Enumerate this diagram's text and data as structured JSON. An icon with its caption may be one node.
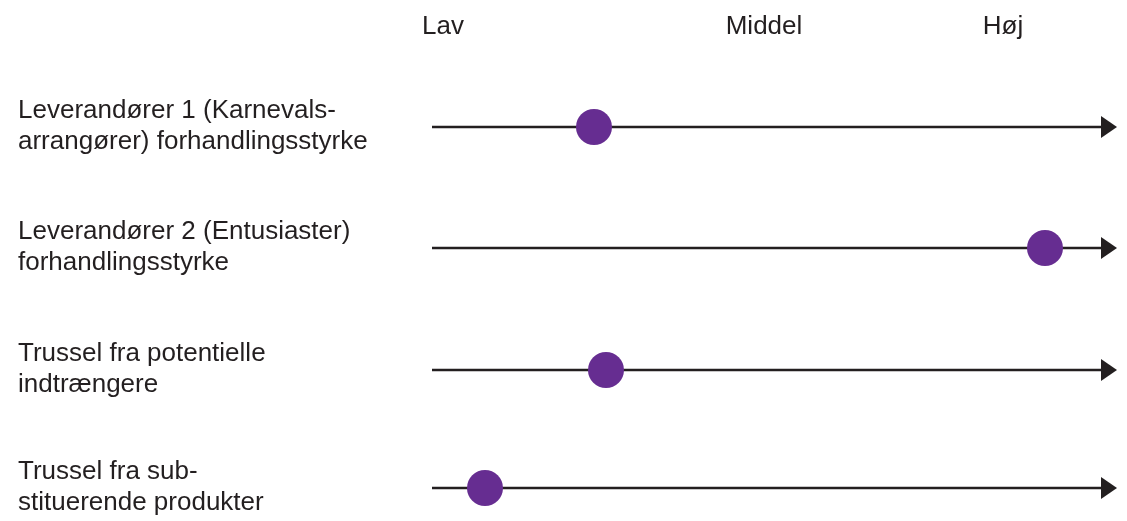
{
  "diagram": {
    "labels": [
      "Lav",
      "Middel",
      "Høj",
      "Leverandører 1 (Karnevals-arrangører) forhandlingsstyrke",
      "Leverandører 2 (Entusiaster) forhandlingsstyrke",
      "Trussel fra potentielle indtrængere",
      "Trussel fra sub-stituerende produkter"
    ]
  }
}
